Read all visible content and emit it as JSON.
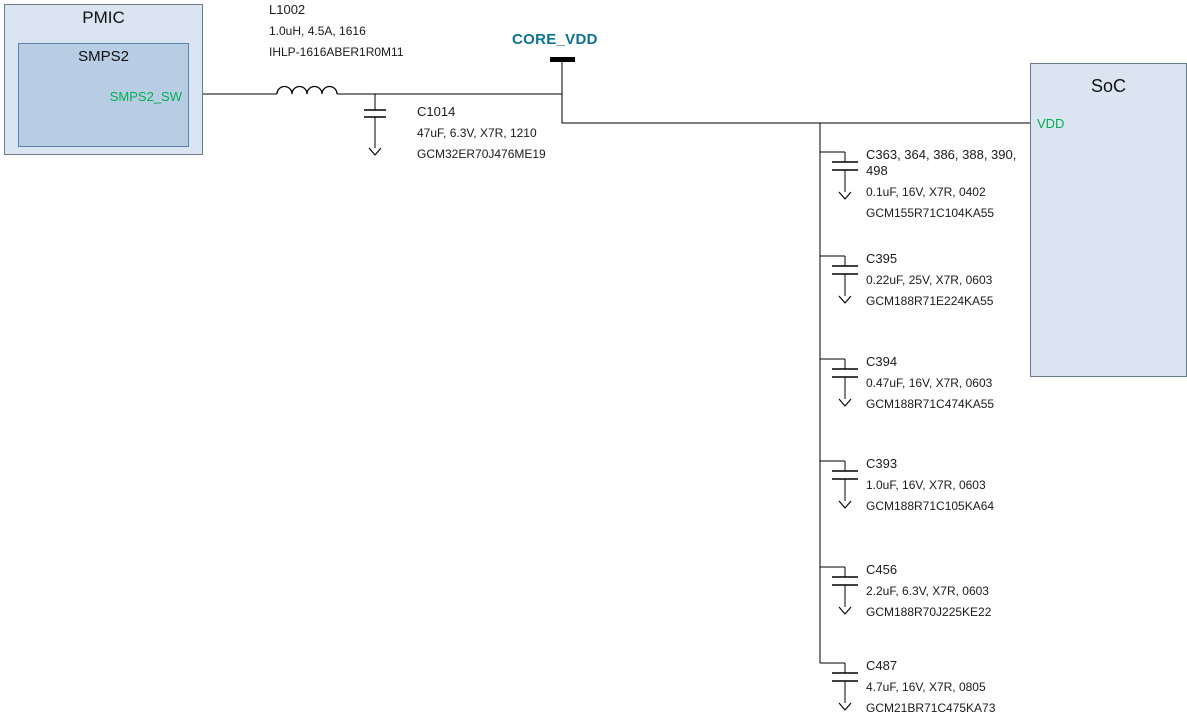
{
  "pmic": {
    "title": "PMIC",
    "smps2_title": "SMPS2",
    "pin_label": "SMPS2_SW"
  },
  "soc": {
    "title": "SoC",
    "pin_label": "VDD"
  },
  "net_label": "CORE_VDD",
  "inductor": {
    "ref": "L1002",
    "specs": "1.0uH, 4.5A, 1616",
    "part": "IHLP-1616ABER1R0M11"
  },
  "bulk_cap": {
    "ref": "C1014",
    "specs": "47uF, 6.3V, X7R, 1210",
    "part": "GCM32ER70J476ME19"
  },
  "decaps": [
    {
      "ref": "C363, 364, 386, 388, 390, 498",
      "specs": "0.1uF, 16V, X7R, 0402",
      "part": "GCM155R71C104KA55"
    },
    {
      "ref": "C395",
      "specs": "0.22uF, 25V, X7R, 0603",
      "part": "GCM188R71E224KA55"
    },
    {
      "ref": "C394",
      "specs": "0.47uF, 16V, X7R, 0603",
      "part": "GCM188R71C474KA55"
    },
    {
      "ref": "C393",
      "specs": "1.0uF, 16V, X7R, 0603",
      "part": "GCM188R71C105KA64"
    },
    {
      "ref": "C456",
      "specs": "2.2uF, 6.3V, X7R, 0603",
      "part": "GCM188R70J225KE22"
    },
    {
      "ref": "C487",
      "specs": "4.7uF, 16V, X7R, 0805",
      "part": "GCM21BR71C475KA73"
    }
  ],
  "colors": {
    "block_fill": "#dbe5f1",
    "block_border": "#6d7b8c",
    "inner_fill": "#b8cce4",
    "inner_border": "#5b83b0",
    "pin_text_green": "#00b050",
    "net_text_teal": "#0e7191",
    "wire": "#000000"
  }
}
